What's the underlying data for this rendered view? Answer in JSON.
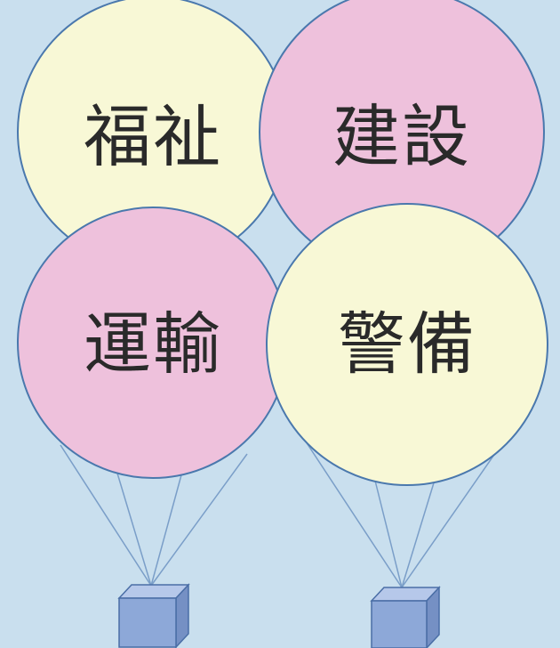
{
  "colors": {
    "background": "#c9dfee",
    "balloon_cream": "#f8f8d6",
    "balloon_pink": "#eec1dc",
    "balloon_outline": "#4a78ad",
    "string": "#7a9ec8",
    "box_front": "#8da8d8",
    "box_top": "#b6c8ea",
    "box_side": "#7590c4"
  },
  "balloons": [
    {
      "label": "福祉",
      "color": "cream"
    },
    {
      "label": "建設",
      "color": "pink"
    },
    {
      "label": "運輸",
      "color": "pink"
    },
    {
      "label": "警備",
      "color": "cream"
    }
  ],
  "boxes": [
    {
      "icon": "cube-icon"
    },
    {
      "icon": "cube-icon"
    }
  ]
}
